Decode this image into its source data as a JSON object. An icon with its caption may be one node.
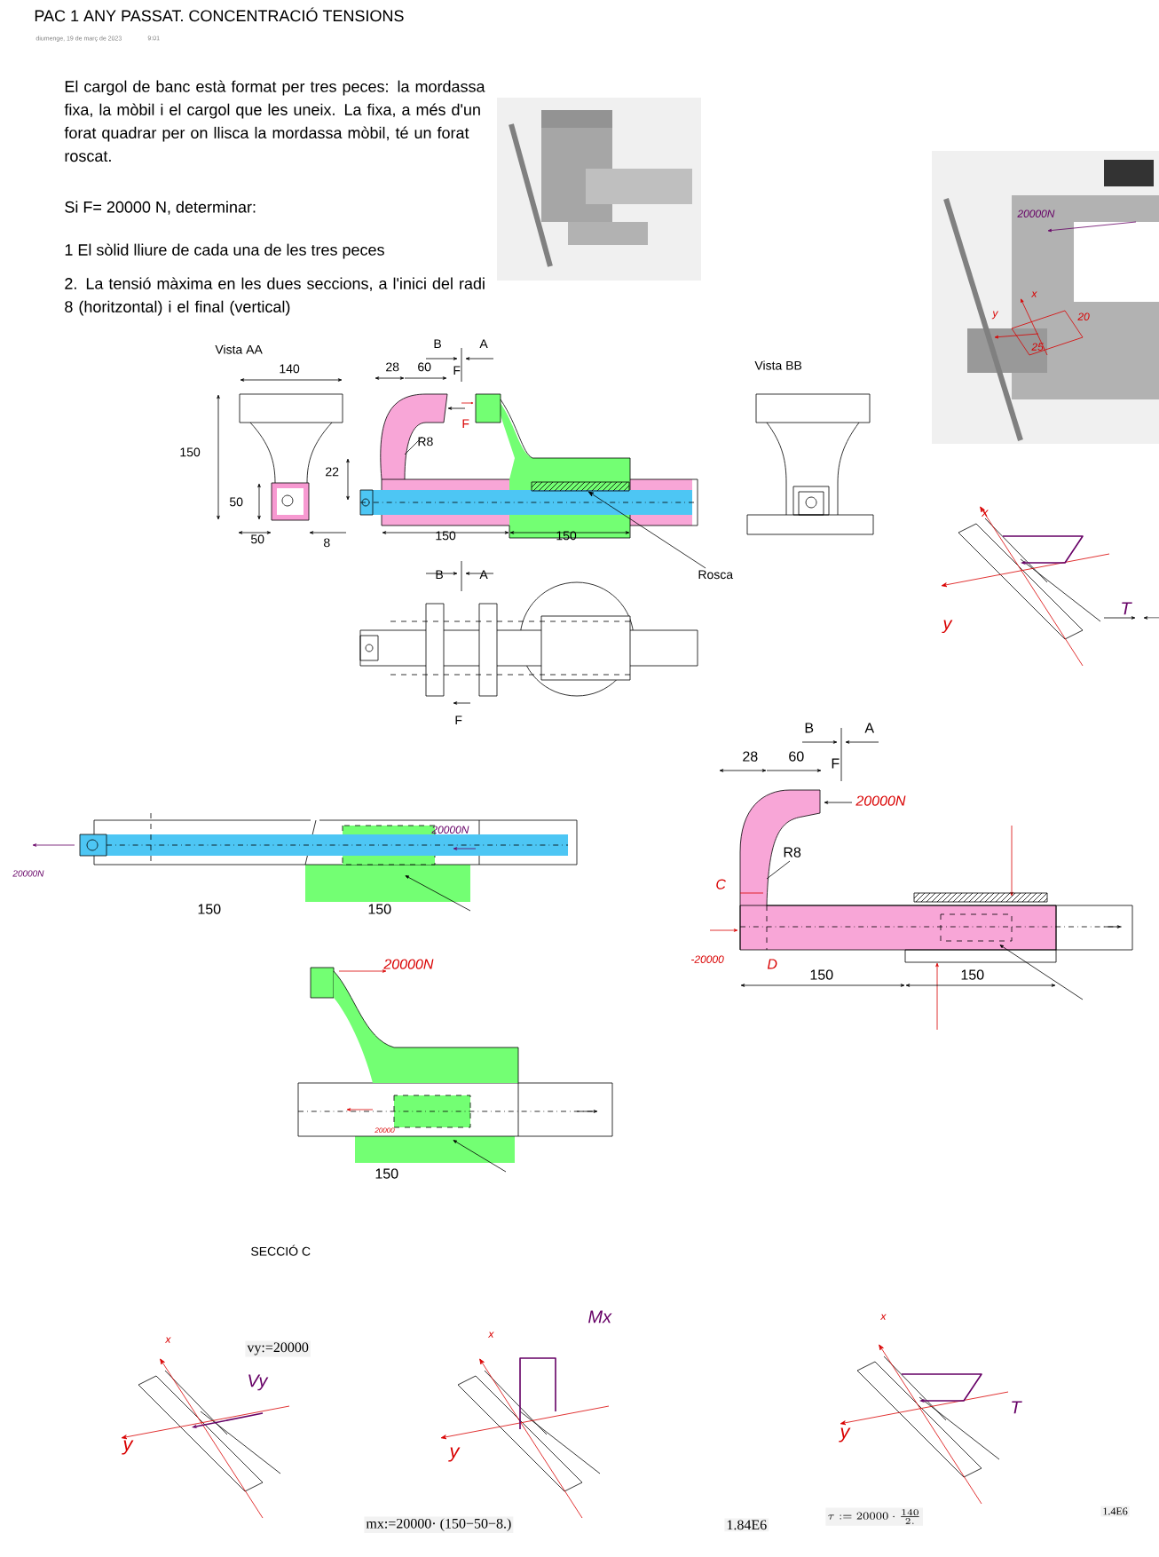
{
  "diagram": {
    "title": "PAC 1 ANY PASSAT. CONCENTRACIÓ TENSIONS",
    "nodes": [
      {
        "text": [
          "Rosca"
        ]
      },
      {
        "text": [],
        "shape": "box"
      }
    ],
    "edges": [
      {
        "from": 0,
        "to": 1,
        "arrow": "to"
      }
    ],
    "labels": [
      "diumenge, 19 de març de 2023",
      "9:01",
      "El cargol de banc està format per tres peces: la mordassa fixa, la mòbil i el cargol que les uneix. La fixa, a més d'un forat quadrar per on llisca la mordassa mòbil, té un forat roscat.",
      "Si F= 20000 N, determinar:",
      "20000N",
      "1 El sòlid lliure de cada una de les tres peces",
      "2. La tensió màxima en les dues seccions, a l'inici del radi 8 (horitzontal) i el final (vertical)",
      "x",
      "y",
      "20",
      "Vista AA",
      "B",
      "A",
      "25",
      "140",
      "28",
      "60",
      "F",
      "Vista BB",
      "F",
      "R8",
      "150",
      "22",
      "50",
      "x",
      "50",
      "8",
      "150",
      "150",
      "B",
      "A",
      "T",
      "y",
      "F",
      "B",
      "A",
      "28",
      "60",
      "F",
      "20000N",
      "20000N",
      "R8",
      "20000N",
      "C",
      "150",
      "150",
      "20000N",
      "-20000",
      "D",
      "150",
      "150",
      "20000",
      "150",
      "SECCIÓ C",
      "x",
      "vy:=20000",
      "x",
      "Mx",
      "x",
      "Vy",
      "y",
      "y",
      "y",
      "T",
      "mx:=20000· (150−50−8.)",
      "1.84E6",
      "\\tau:=20000\\cdot\\frac{140}{2.}",
      "1.4E6"
    ]
  }
}
